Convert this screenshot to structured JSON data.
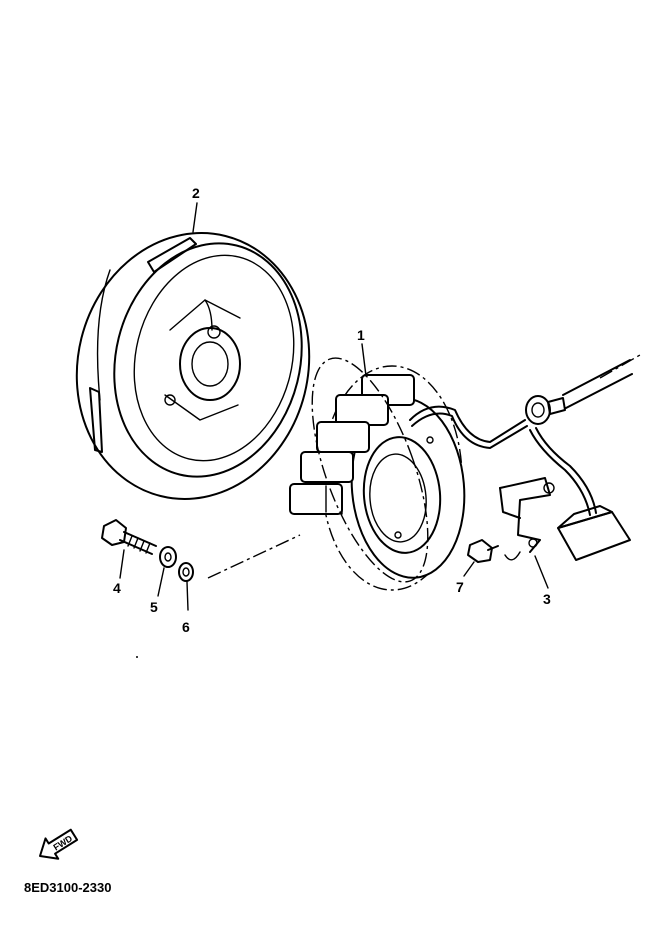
{
  "diagram": {
    "callouts": {
      "p1": "1",
      "p2": "2",
      "p3": "3",
      "p4": "4",
      "p5": "5",
      "p6": "6",
      "p7": "7"
    },
    "fwd_arrow_label": "FWD",
    "drawing_code": "8ED3100-2330"
  }
}
